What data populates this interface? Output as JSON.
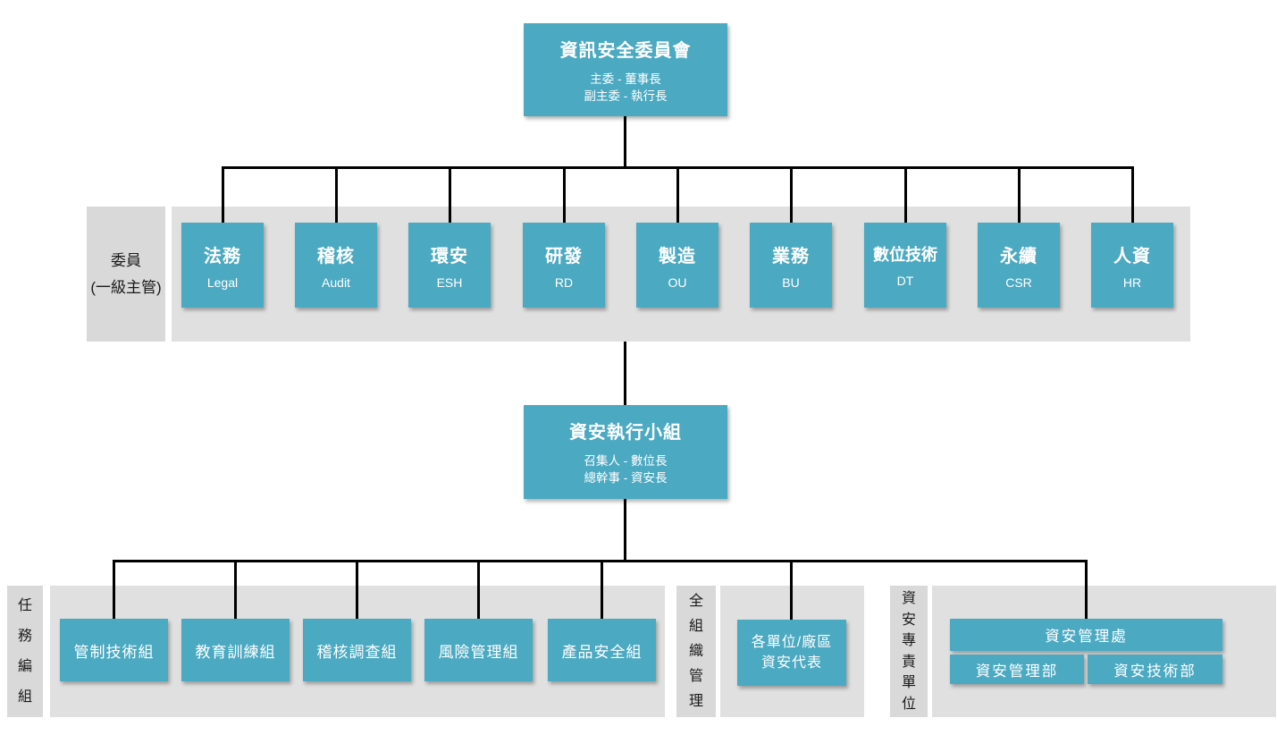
{
  "colors": {
    "teal": "#4BA9C2",
    "band": "#E0E0E0",
    "label_band": "#D9D9D9",
    "line": "#000000",
    "box_text": "#FFFFFF",
    "label_text": "#1A1A1A"
  },
  "top_committee": {
    "title": "資訊安全委員會",
    "line1": "主委 - 董事長",
    "line2": "副主委 - 執行長"
  },
  "committee_band": {
    "label_line1": "委員",
    "label_line2": "(一級主管)",
    "members": [
      {
        "zh": "法務",
        "en": "Legal"
      },
      {
        "zh": "稽核",
        "en": "Audit"
      },
      {
        "zh": "環安",
        "en": "ESH"
      },
      {
        "zh": "研發",
        "en": "RD"
      },
      {
        "zh": "製造",
        "en": "OU"
      },
      {
        "zh": "業務",
        "en": "BU"
      },
      {
        "zh": "數位技術",
        "en": "DT"
      },
      {
        "zh": "永續",
        "en": "CSR"
      },
      {
        "zh": "人資",
        "en": "HR"
      }
    ]
  },
  "executive": {
    "title": "資安執行小組",
    "line1": "召集人 - 數位長",
    "line2": "總幹事 - 資安長"
  },
  "task_band": {
    "label": "任務編組",
    "groups": [
      "管制技術組",
      "教育訓練組",
      "稽核調查組",
      "風險管理組",
      "產品安全組"
    ]
  },
  "org_band": {
    "label": "全組織管理",
    "box_line1": "各單位/廠區",
    "box_line2": "資安代表"
  },
  "dedicated_band": {
    "label": "資安專責單位",
    "division": "資安管理處",
    "departments": [
      "資安管理部",
      "資安技術部"
    ]
  }
}
